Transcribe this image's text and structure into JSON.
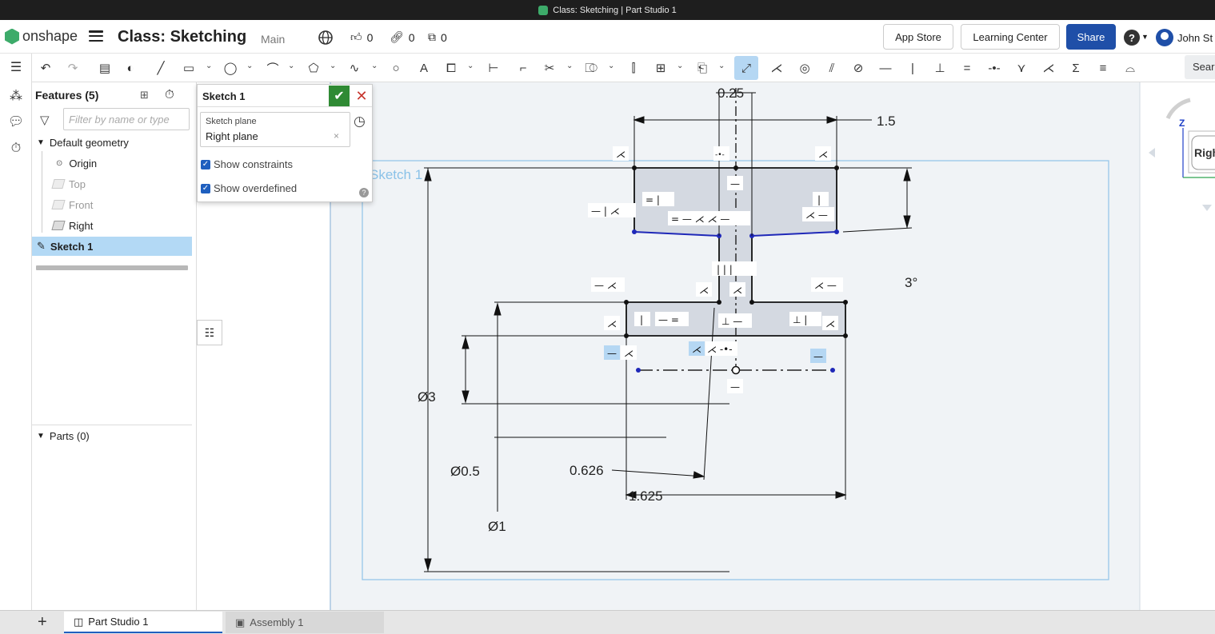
{
  "window": {
    "title": "Class: Sketching | Part Studio 1"
  },
  "topbar": {
    "brand": "onshape",
    "doc_title": "Class: Sketching",
    "branch": "Main",
    "likes": "0",
    "links": "0",
    "copies": "0",
    "app_store": "App Store",
    "learning_center": "Learning Center",
    "share": "Share",
    "help": "?",
    "user_name": "John St"
  },
  "toolbar": {
    "search_placeholder": "Search tools"
  },
  "features": {
    "header": "Features (5)",
    "filter_placeholder": "Filter by name or type",
    "default_geometry": "Default geometry",
    "items": [
      "Origin",
      "Top",
      "Front",
      "Right",
      "Sketch 1"
    ],
    "parts": "Parts (0)"
  },
  "sketch_dialog": {
    "title": "Sketch 1",
    "plane_label": "Sketch plane",
    "plane_value": "Right plane",
    "show_constraints": "Show constraints",
    "show_overdefined": "Show overdefined"
  },
  "sketch": {
    "name": "Sketch 1",
    "dims": {
      "top": "0.25",
      "width": "1.5",
      "angle": "3°",
      "dia3": "Ø3",
      "dia05": "Ø0.5",
      "dia1": "Ø1",
      "d0626": "0.626",
      "d1625": "1.625"
    },
    "view_cube_label": "Righ",
    "axis_z": "Z"
  },
  "tabs": {
    "part_studio": "Part Studio 1",
    "assembly": "Assembly 1"
  },
  "colors": {
    "accent": "#1f4fa8",
    "ok": "#2f8a34",
    "sketch_fill": "#d4d9e1",
    "canvas_bg": "#f0f3f6"
  }
}
